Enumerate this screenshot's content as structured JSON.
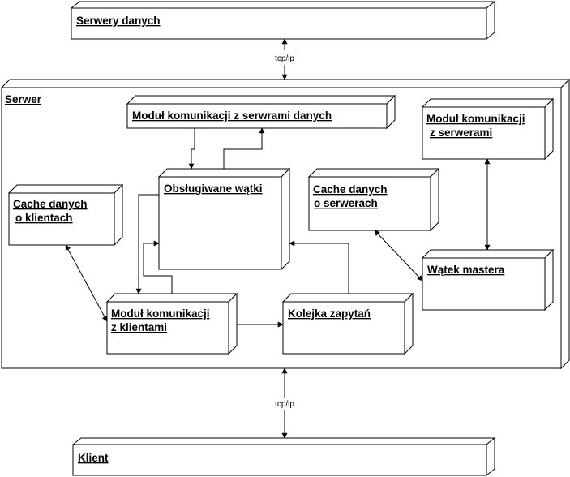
{
  "nodes": {
    "serwery_danych": "Serwery danych",
    "serwer": "Serwer",
    "modul_dane": "Moduł komunikacji z serwrami danych",
    "modul_serwery_l1": "Moduł komunikacji",
    "modul_serwery_l2": "z serwerami",
    "watki": "Obsługiwane wątki",
    "cache_klienci_l1": "Cache danych",
    "cache_klienci_l2": "o klientach",
    "cache_serwery_l1": "Cache danych",
    "cache_serwery_l2": "o serwerach",
    "watek_mastera": "Wątek mastera",
    "modul_klienci_l1": "Moduł komunikacji",
    "modul_klienci_l2": "z klientami",
    "kolejka": "Kolejka zapytań",
    "klient": "Klient"
  },
  "edges": {
    "tcp_top": "tcp/ip",
    "tcp_bottom": "tcp/ip"
  }
}
